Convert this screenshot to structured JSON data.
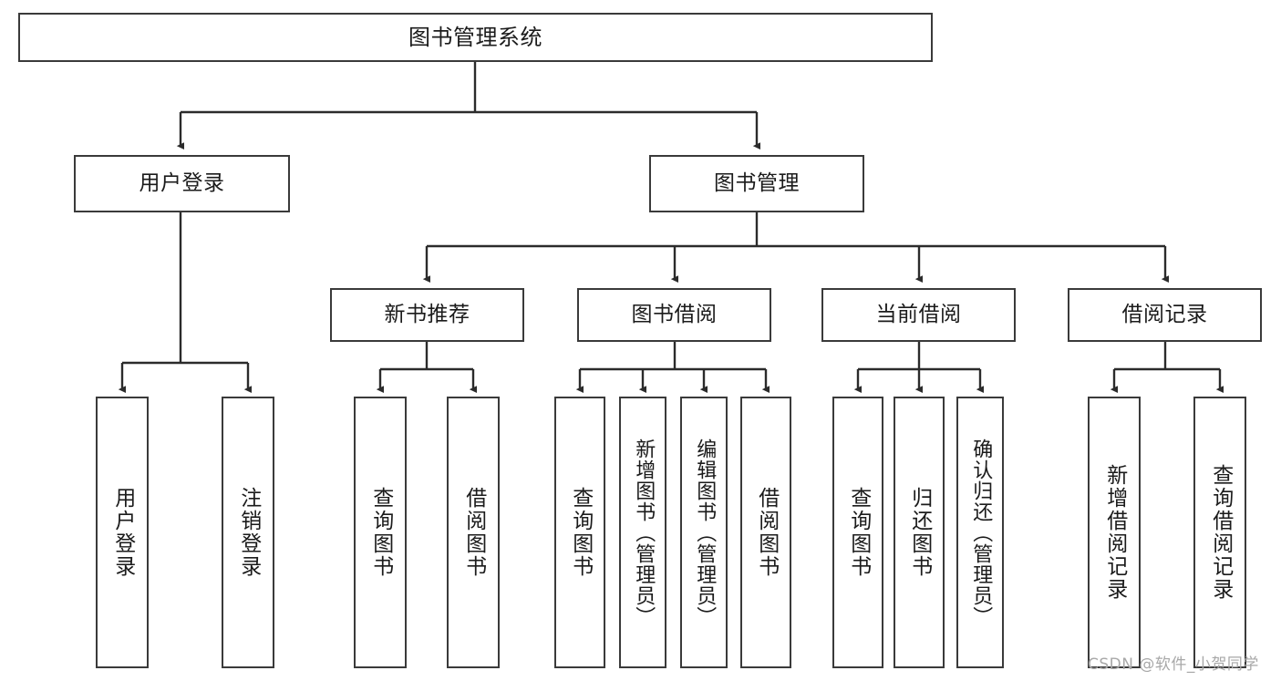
{
  "diagram": {
    "title": "图书管理系统",
    "type": "tree-hierarchy-chart",
    "colors": {
      "box_border": "#3a3a3a",
      "box_fill": "#ffffff",
      "edge": "#2b2b2b",
      "text": "#1b1b1b",
      "watermark": "#a8a8a8",
      "background": "#ffffff"
    }
  },
  "nodes": {
    "root": {
      "label": "图书管理系统"
    },
    "level2": [
      {
        "id": "user-login",
        "label": "用户登录"
      },
      {
        "id": "book-management",
        "label": "图书管理"
      }
    ],
    "level3": [
      {
        "id": "new-book-recommend",
        "label": "新书推荐"
      },
      {
        "id": "book-borrow",
        "label": "图书借阅"
      },
      {
        "id": "current-borrow",
        "label": "当前借阅"
      },
      {
        "id": "borrow-record",
        "label": "借阅记录"
      }
    ],
    "leaves": {
      "user_login": [
        {
          "id": "leaf-user-login",
          "label": "用户登录"
        },
        {
          "id": "leaf-logout",
          "label": "注销登录"
        }
      ],
      "new_book_recommend": [
        {
          "id": "leaf-query-book-1",
          "label": "查询图书"
        },
        {
          "id": "leaf-borrow-book-1",
          "label": "借阅图书"
        }
      ],
      "book_borrow": [
        {
          "id": "leaf-query-book-2",
          "label": "查询图书"
        },
        {
          "id": "leaf-add-book",
          "label": "新增图书（管理员）"
        },
        {
          "id": "leaf-edit-book",
          "label": "编辑图书（管理员）"
        },
        {
          "id": "leaf-borrow-book-2",
          "label": "借阅图书"
        }
      ],
      "current_borrow": [
        {
          "id": "leaf-query-book-3",
          "label": "查询图书"
        },
        {
          "id": "leaf-return-book",
          "label": "归还图书"
        },
        {
          "id": "leaf-confirm-return",
          "label": "确认归还（管理员）"
        }
      ],
      "borrow_record": [
        {
          "id": "leaf-add-record",
          "label": "新增借阅记录"
        },
        {
          "id": "leaf-query-record",
          "label": "查询借阅记录"
        }
      ]
    }
  },
  "watermark": {
    "text": "CSDN @软件_小贺同学"
  }
}
